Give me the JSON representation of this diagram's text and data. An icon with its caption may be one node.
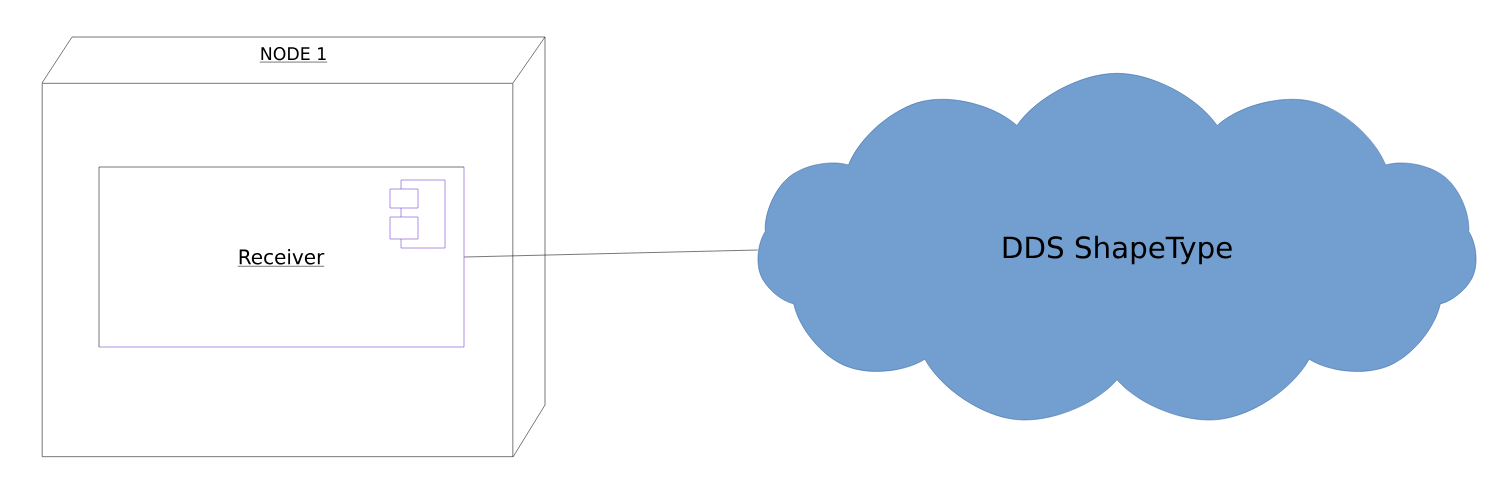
{
  "diagram": {
    "nodes": [
      {
        "text": [
          "NODE 1"
        ]
      },
      {
        "text": [
          "Receiver"
        ],
        "in": 0
      },
      {
        "text": [
          "DDS ShapeType"
        ]
      }
    ],
    "edges": [
      {
        "from": 1,
        "to": 2,
        "arrow": "none"
      }
    ]
  }
}
